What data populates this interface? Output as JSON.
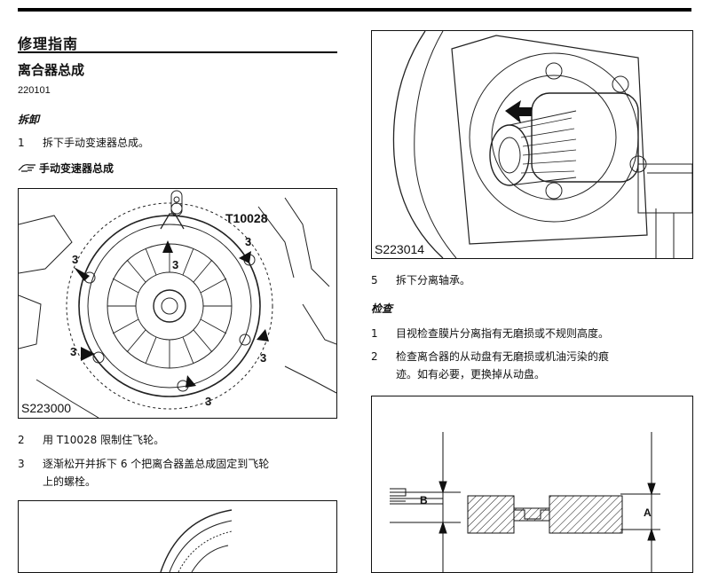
{
  "section": {
    "title": "修理指南"
  },
  "subsection": {
    "title": "离合器总成",
    "code": "220101"
  },
  "removal": {
    "heading": "拆卸",
    "steps": [
      {
        "num": "1",
        "text": "拆下手动变速器总成。"
      },
      {
        "num": "2",
        "text": "用 T10028 限制住飞轮。"
      },
      {
        "num": "3",
        "text_line1": "逐渐松开并拆下 6 个把离合器盖总成固定到飞轮",
        "text_line2": "上的螺栓。"
      }
    ],
    "reference": "手动变速器总成"
  },
  "figures": {
    "fig1": {
      "id": "S223000",
      "tool": "T10028",
      "callouts": [
        "3",
        "3",
        "3",
        "3",
        "3",
        "3"
      ]
    },
    "fig2": {
      "id": "S223014"
    }
  },
  "removal_cont": {
    "step5": {
      "num": "5",
      "text": "拆下分离轴承。"
    }
  },
  "inspection": {
    "heading": "检查",
    "steps": [
      {
        "num": "1",
        "text": "目视检查膜片分离指有无磨损或不规则高度。"
      },
      {
        "num": "2",
        "text_line1": "检查离合器的从动盘有无磨损或机油污染的痕",
        "text_line2": "迹。如有必要，更换掉从动盘。"
      }
    ]
  },
  "diagram": {
    "label_a": "A",
    "label_b": "B"
  }
}
